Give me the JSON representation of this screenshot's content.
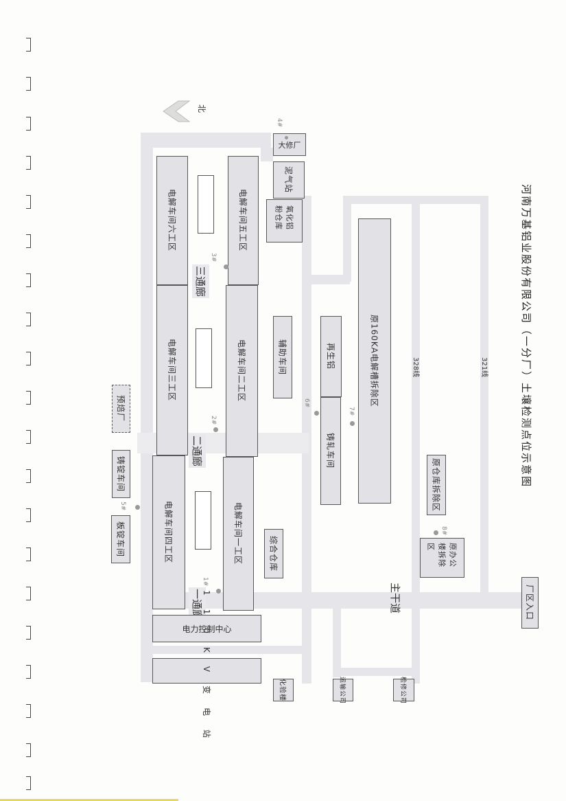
{
  "title": "河南万基铝业股份有限公司（一分厂）土壤检测点位示意图",
  "north_label": "北",
  "buildings": {
    "ws6": "电解车间六工区",
    "ws3": "电解车间三工区",
    "ws4": "电解车间四工区",
    "ws5": "电解车间五工区",
    "ws2": "电解车间二工区",
    "ws1": "电解车间一工区",
    "corr3": "三通廊",
    "corr2": "二通廊",
    "corr1": "一通廊",
    "power_center": "电力控制中心",
    "substation": "110KV变电站",
    "plate_ingot": "板锭车间",
    "casting": "铸锭车间",
    "prebake": "预焙厂",
    "overhaul": "大修厂",
    "gas_station": "泥气站",
    "alumina_store": "氧化铝粉仓库",
    "auxiliary": "辅助车间",
    "recycled_al": "再生铝",
    "cast_roll": "铸轧车间",
    "old_160ka": "原160KA电解槽拆除区",
    "old_warehouse": "原仓库拆除区",
    "old_office": "原办公楼拆除区",
    "general_store": "综合仓库",
    "lab": "化验楼",
    "transport": "运输公司",
    "maintenance": "检修公司",
    "entrance": "厂区入口"
  },
  "roads": {
    "main": "主干道",
    "line328": "328线",
    "line321": "321线"
  },
  "points": [
    "1#",
    "2#",
    "3#",
    "4#",
    "5#",
    "6#",
    "7#",
    "8#"
  ]
}
